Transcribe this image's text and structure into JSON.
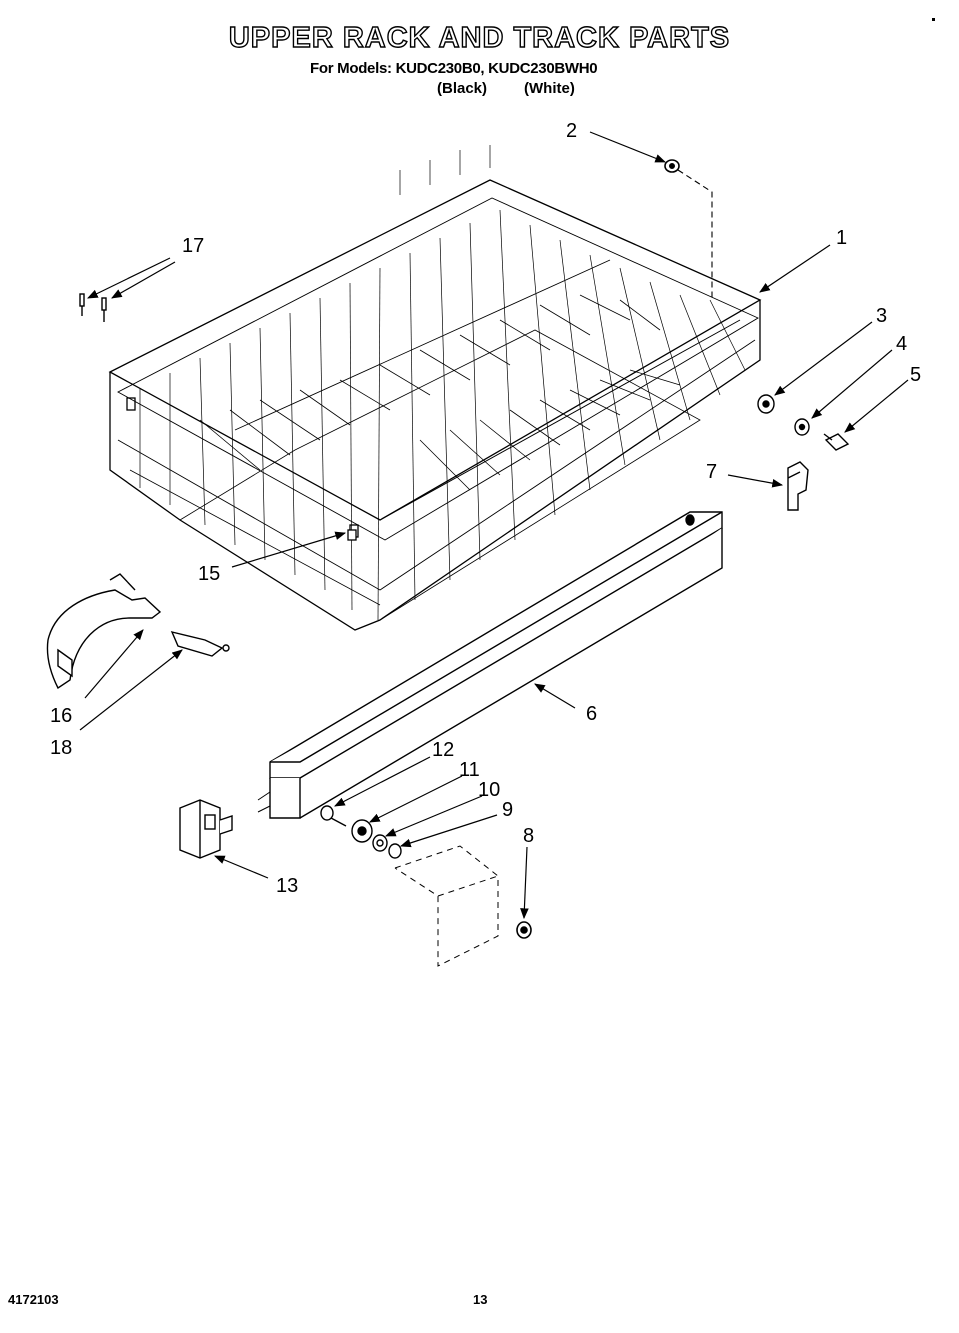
{
  "header": {
    "title": "UPPER RACK AND TRACK PARTS",
    "models_line": "For Models: KUDC230B0, KUDC230BWH0",
    "variant_black": "(Black)",
    "variant_white": "(White)"
  },
  "callouts": [
    {
      "id": "1",
      "label": "1"
    },
    {
      "id": "2",
      "label": "2"
    },
    {
      "id": "3",
      "label": "3"
    },
    {
      "id": "4",
      "label": "4"
    },
    {
      "id": "5",
      "label": "5"
    },
    {
      "id": "6",
      "label": "6"
    },
    {
      "id": "7",
      "label": "7"
    },
    {
      "id": "8",
      "label": "8"
    },
    {
      "id": "9",
      "label": "9"
    },
    {
      "id": "10",
      "label": "10"
    },
    {
      "id": "11",
      "label": "11"
    },
    {
      "id": "12",
      "label": "12"
    },
    {
      "id": "13",
      "label": "13"
    },
    {
      "id": "15",
      "label": "15"
    },
    {
      "id": "16",
      "label": "16"
    },
    {
      "id": "17",
      "label": "17"
    },
    {
      "id": "18",
      "label": "18"
    }
  ],
  "footer": {
    "doc_number": "4172103",
    "page_number": "13"
  }
}
